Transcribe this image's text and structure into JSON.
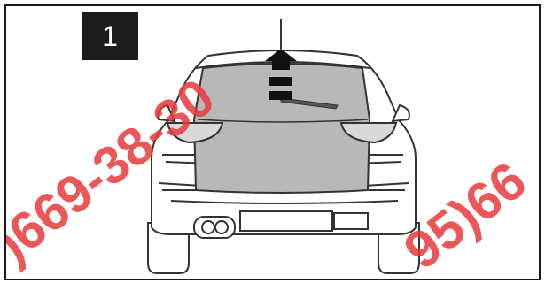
{
  "step_badge": {
    "number": "1"
  },
  "watermarks": [
    {
      "text": ")669-38-30"
    },
    {
      "text": "95)66"
    }
  ],
  "colors": {
    "frame_border": "#1a1a1a",
    "badge_background": "#1c1c1c",
    "badge_text": "#ffffff",
    "tailgate_shade": "#b8b8b8",
    "car_outline": "#333333",
    "watermark": "#e8383b"
  },
  "icons": {
    "arrow": "up-arrow-icon",
    "vehicle": "car-rear-view-icon"
  }
}
